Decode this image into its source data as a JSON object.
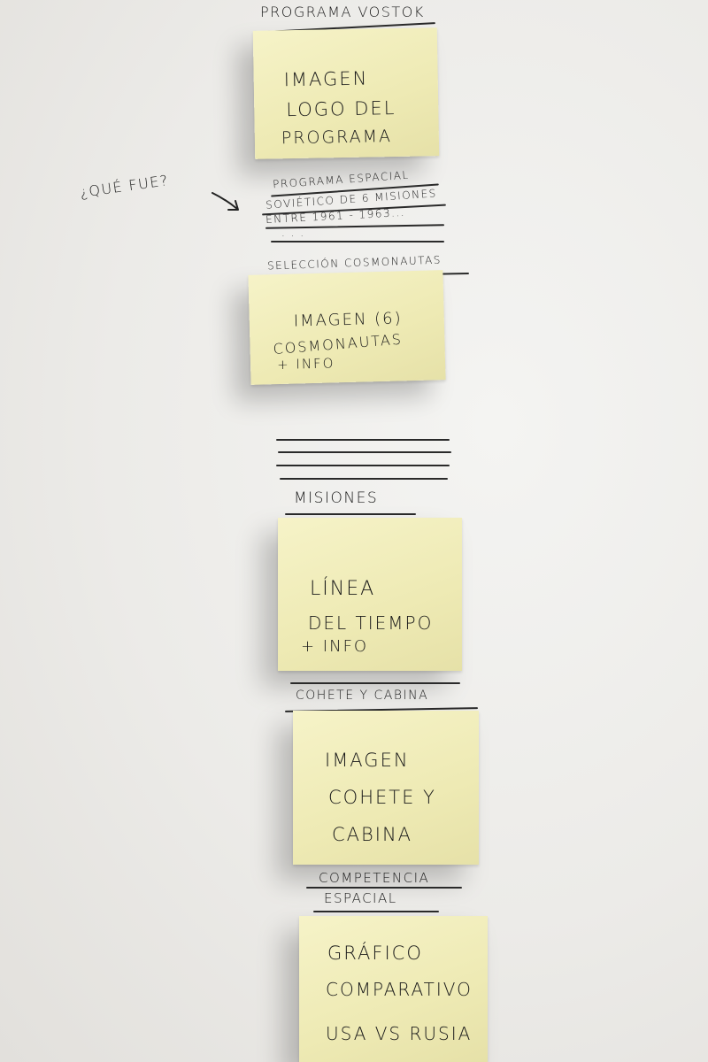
{
  "header": {
    "title": "PROGRAMA VOSTOK"
  },
  "notes": {
    "logo": [
      "IMAGEN",
      "LOGO DEL",
      "PROGRAMA"
    ],
    "cosmonautas": [
      "IMAGEN (6)",
      "COSMONAUTAS",
      "+ INFO"
    ],
    "timeline": [
      "LÍNEA",
      "DEL TIEMPO",
      "+ INFO"
    ],
    "cohete": [
      "IMAGEN",
      "COHETE Y",
      "CABINA"
    ],
    "grafico": [
      "GRÁFICO",
      "COMPARATIVO",
      "USA VS RUSIA"
    ]
  },
  "sections": {
    "que_fue_note": "¿QUÉ FUE?",
    "intro_line1": "PROGRAMA ESPACIAL",
    "intro_line2": "SOVIÉTICO DE 6 MISIONES",
    "intro_line3": "ENTRE 1961 - 1963...",
    "intro_line4": ". . .",
    "seleccion": "SELECCIÓN COSMONAUTAS",
    "misiones": "MISIONES",
    "cohete_cabina": "COHETE Y CABINA",
    "competencia_1": "COMPETENCIA",
    "competencia_2": "ESPACIAL"
  },
  "colors": {
    "paper": "#ecebe8",
    "sticky_note": "#f1edbb",
    "ink": "#1d1d1d"
  }
}
